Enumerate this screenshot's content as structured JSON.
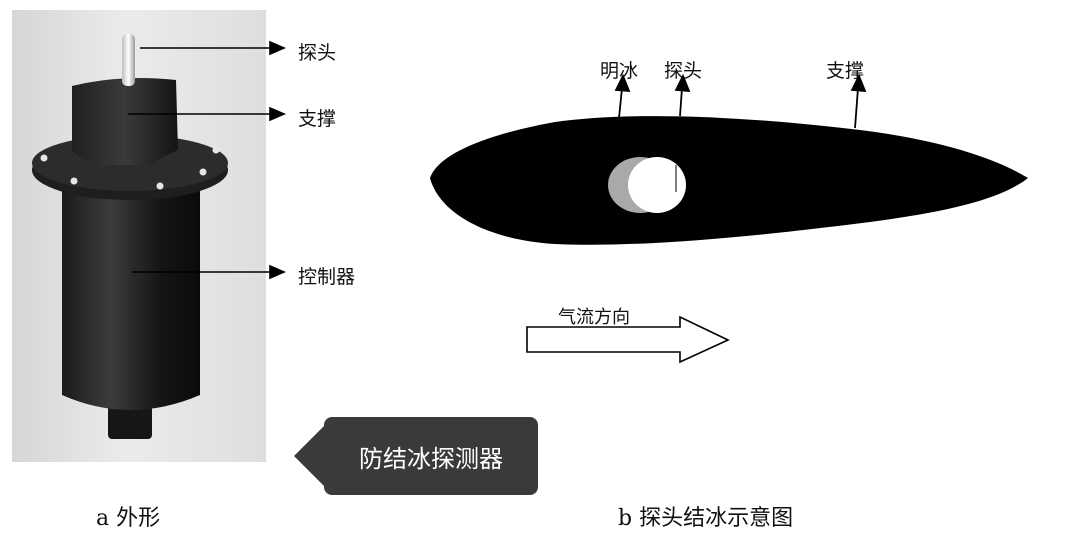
{
  "panel_a": {
    "labels": {
      "probe": "探头",
      "strut": "支撑",
      "controller": "控制器"
    },
    "caption": "a 外形"
  },
  "panel_b": {
    "labels": {
      "clear_ice": "明冰",
      "probe": "探头",
      "strut": "支撑"
    },
    "airflow": "气流方向",
    "caption": "b 探头结冰示意图"
  },
  "tooltip": {
    "text": "防结冰探测器"
  },
  "colors": {
    "body": "#000000",
    "clear_ice": "#a9a9a9",
    "probe_face": "#ffffff",
    "tooltip_bg": "#3a3a3a"
  }
}
